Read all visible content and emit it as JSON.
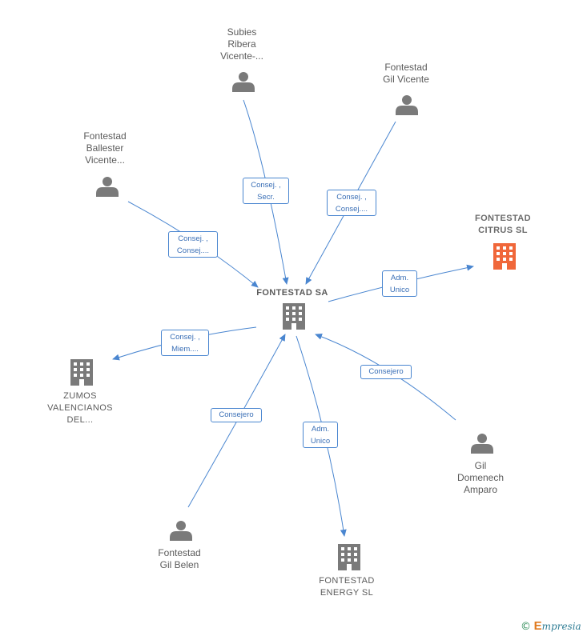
{
  "nodes": {
    "subies": {
      "label": "Subies\nRibera\nVicente-..."
    },
    "gil_vicente": {
      "label": "Fontestad\nGil Vicente"
    },
    "ballester": {
      "label": "Fontestad\nBallester\nVicente..."
    },
    "citrus": {
      "label": "FONTESTAD\nCITRUS  SL"
    },
    "fontestad_sa": {
      "label": "FONTESTAD SA"
    },
    "zumos": {
      "label": "ZUMOS\nVALENCIANOS\nDEL..."
    },
    "gil_domenech": {
      "label": "Gil\nDomenech\nAmparo"
    },
    "gil_belen": {
      "label": "Fontestad\nGil Belen"
    },
    "energy": {
      "label": "FONTESTAD\nENERGY  SL"
    }
  },
  "edges": {
    "subies": "Consej. ,\nSecr.",
    "gil_vicente": "Consej. ,\nConsej....",
    "ballester": "Consej. ,\nConsej....",
    "citrus": "Adm.\nUnico",
    "zumos": "Consej. ,\nMiem....",
    "gil_domenech": "Consejero",
    "gil_belen": "Consejero",
    "energy": "Adm.\nUnico"
  },
  "colors": {
    "edge": "#4a86d0",
    "person_icon": "#7a7a7a",
    "company_icon": "#7a7a7a",
    "focus_company_icon": "#f0673a"
  },
  "footer": {
    "copyright": "©",
    "brand_initial": "E",
    "brand_rest": "mpresia"
  }
}
